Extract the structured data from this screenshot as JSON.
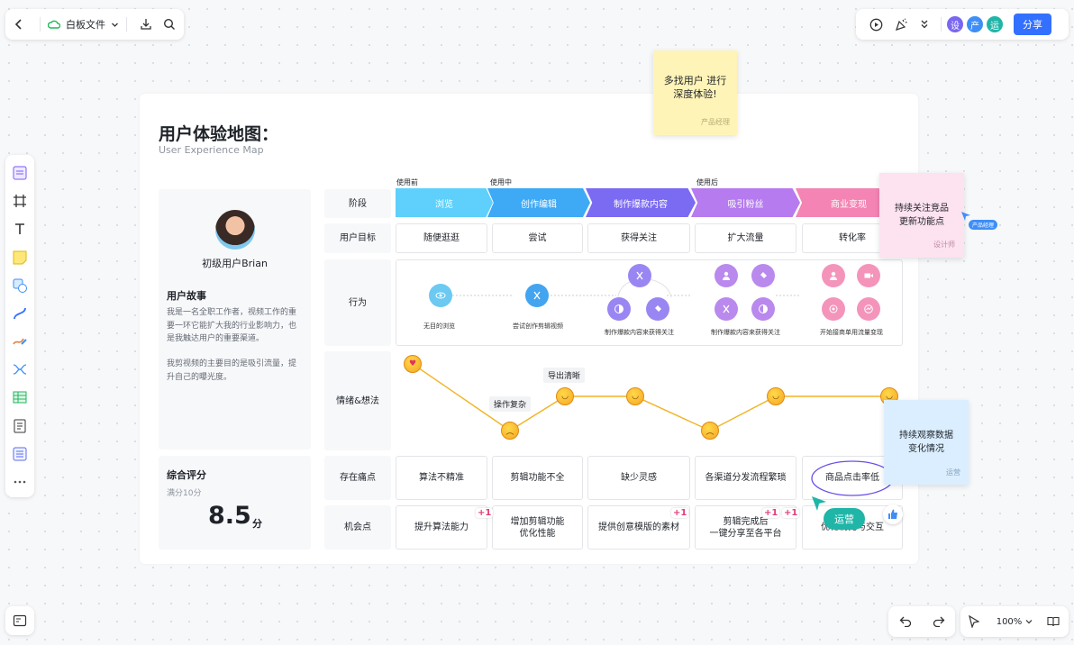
{
  "header": {
    "file_title": "白板文件",
    "share_label": "分享",
    "avatars": [
      {
        "label": "设",
        "color": "#7a67f0"
      },
      {
        "label": "产",
        "color": "#3e8ef7"
      },
      {
        "label": "运",
        "color": "#1fb5a7"
      }
    ]
  },
  "zoom": "100%",
  "map": {
    "title": "用户体验地图：",
    "subtitle": "User Experience Map",
    "user_name": "初级用户Brian",
    "story_title": "用户故事",
    "story_p1": "我是一名全职工作者，视频工作的重要一环它能扩大我的行业影响力，也是我触达用户的重要渠道。",
    "story_p2": "我剪视频的主要目的是吸引流量，提升自己的曝光度。",
    "score_title": "综合评分",
    "score_sub": "满分10分",
    "score_value": "8.5",
    "score_unit": "分",
    "row_labels": [
      "阶段",
      "用户目标",
      "行为",
      "情绪&想法",
      "存在痛点",
      "机会点"
    ],
    "phase_labels": [
      "使用前",
      "使用中",
      "使用后"
    ],
    "stages": [
      "浏览",
      "创作编辑",
      "制作爆款内容",
      "吸引粉丝",
      "商业变现"
    ],
    "goals": [
      "随便逛逛",
      "尝试",
      "获得关注",
      "扩大流量",
      "转化率"
    ],
    "behaviors": [
      "无目的浏览",
      "尝试创作剪辑视频",
      "制作爆款内容来获得关注",
      "制作爆款内容来获得关注",
      "开始接商单用流量变现"
    ],
    "emotion_tags": [
      "导出清晰",
      "操作复杂"
    ],
    "emotion_values": [
      3,
      1,
      2,
      2,
      1,
      2,
      2
    ],
    "pains": [
      "算法不精准",
      "剪辑功能不全",
      "缺少灵感",
      "各渠道分发流程繁琐",
      "商品点击率低"
    ],
    "opportunities": [
      "提升算法能力",
      "增加剪辑功能\n优化性能",
      "提供创意模版的素材",
      "剪辑完成后\n一键分享至各平台",
      "优化视觉与交互"
    ],
    "plus_label": "+1"
  },
  "stickies": [
    {
      "text": "多找用户 进行\n深度体验!",
      "author": "产品经理",
      "color": "#fff4b8"
    },
    {
      "text": "持续关注竞品\n更新功能点",
      "author": "设计师",
      "color": "#fde2f0"
    },
    {
      "text": "持续观察数据\n变化情况",
      "author": "运营",
      "color": "#dbeeff"
    }
  ],
  "cursors": [
    {
      "label": "产品经理",
      "color": "#3e8ef7"
    },
    {
      "label": "运营",
      "color": "#1fb5a7"
    }
  ],
  "colors": {
    "accent": "#3370ff"
  }
}
